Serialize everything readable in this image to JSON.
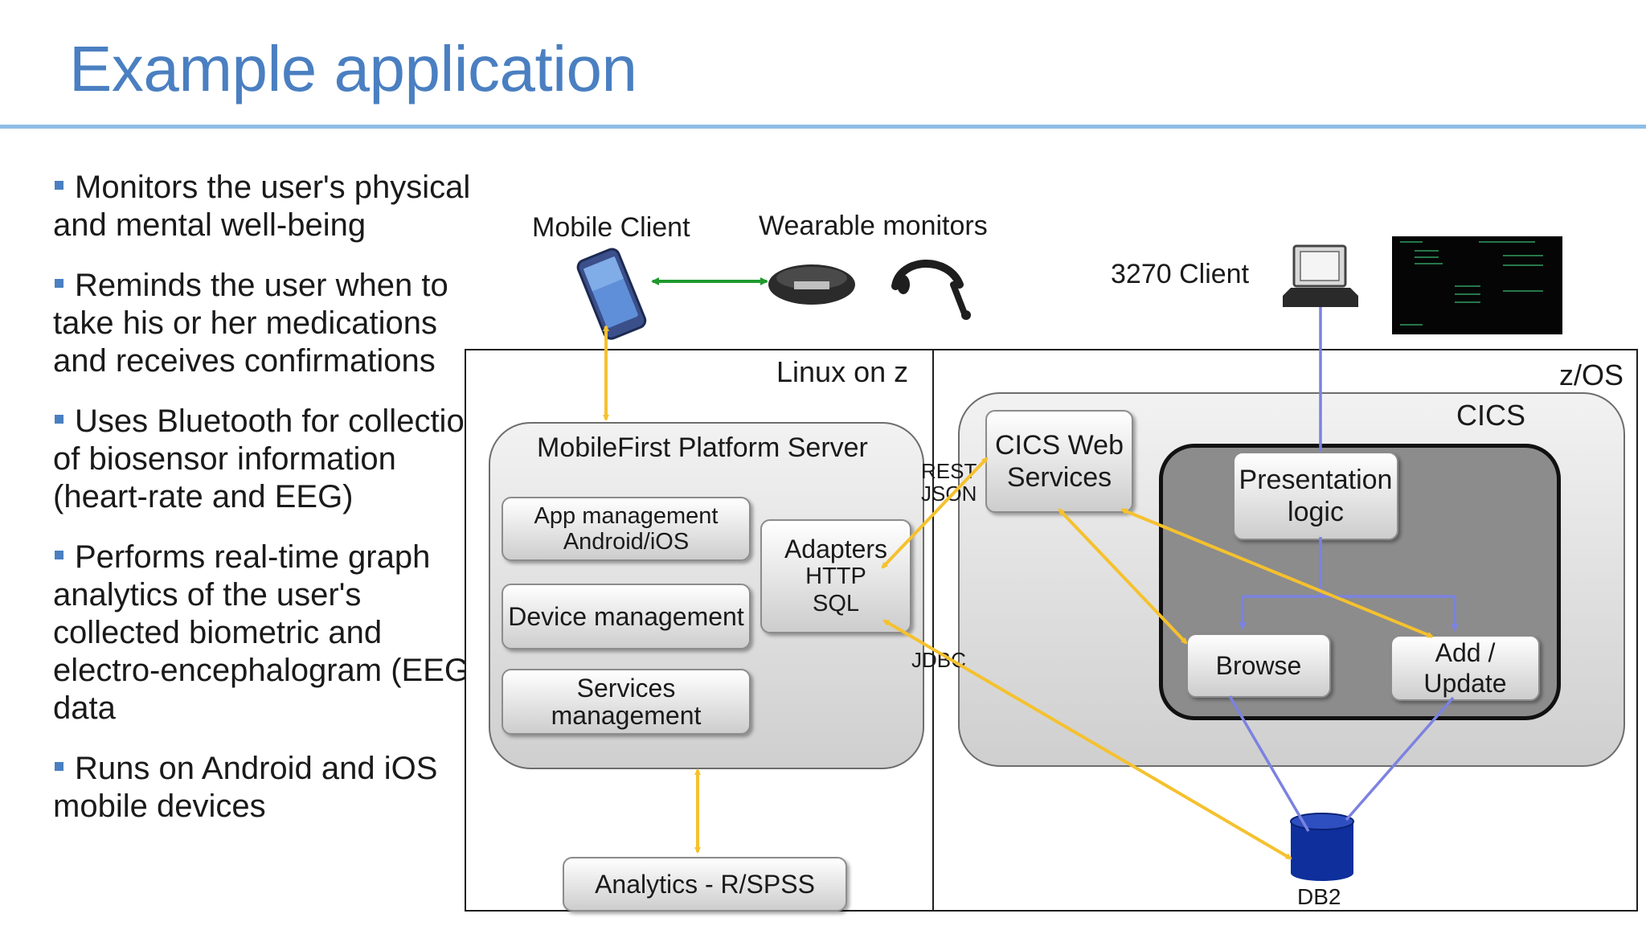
{
  "title": "Example application",
  "bullets": [
    "Monitors the user's physical and mental well-being",
    "Reminds the user when to take his or her medications and receives confirmations",
    "Uses Bluetooth for collection of biosensor information (heart-rate and EEG)",
    "Performs real-time graph analytics of the user's collected biometric and electro-encephalogram (EEG) data",
    "Runs on Android and iOS mobile devices"
  ],
  "diagram": {
    "mobile_client": "Mobile Client",
    "wearable_monitors": "Wearable monitors",
    "client_3270": "3270 Client",
    "linux_on_z": "Linux on z",
    "zos": "z/OS",
    "mobilefirst_server": "MobileFirst Platform Server",
    "app_management": "App management Android/iOS",
    "device_management": "Device management",
    "services_management": "Services management",
    "adapters": {
      "title": "Adapters",
      "line1": "HTTP",
      "line2": "SQL"
    },
    "rest_json": {
      "line1": "REST",
      "line2": "JSON"
    },
    "jdbc": "JDBC",
    "cics": "CICS",
    "cics_web_services": "CICS Web Services",
    "presentation_logic": "Presentation logic",
    "browse": "Browse",
    "add_update": "Add / Update",
    "db2": "DB2",
    "analytics": "Analytics - R/SPSS"
  },
  "colors": {
    "title": "#4a7fc1",
    "title_rule": "#8fbde6",
    "bullet_marker": "#4a7fc1",
    "yellow_arrow": "#f5c12e",
    "green_arrow": "#1f9a2e",
    "blue_connector": "#7b82e0",
    "db2_cylinder": "#0e2f9c",
    "inner_cics_fill": "#8c8c8c"
  }
}
